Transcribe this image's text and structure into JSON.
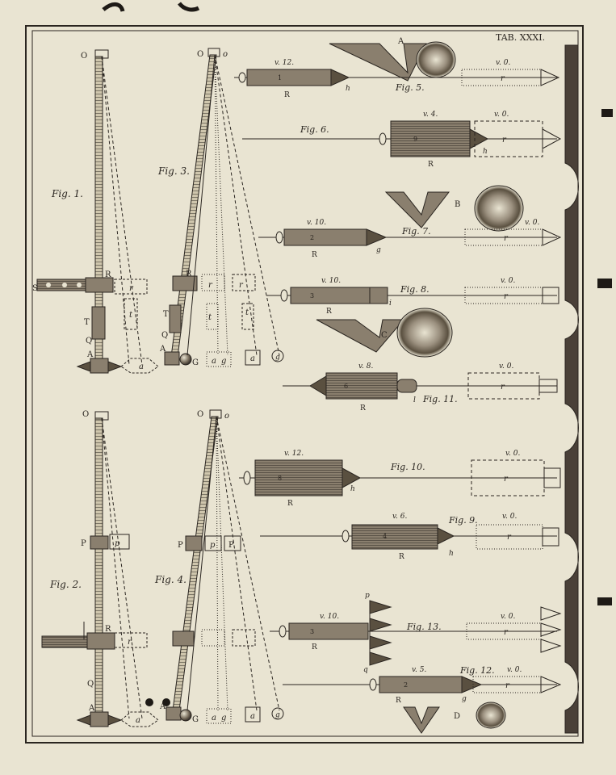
{
  "plate": {
    "title": "TAB. XXXI.",
    "paper_color": "#e9e4d2",
    "ink_color": "#2a2520",
    "tab_color": "#4a4038"
  },
  "figure_labels": {
    "fig1": "Fig. 1.",
    "fig2": "Fig. 2.",
    "fig3": "Fig. 3.",
    "fig4": "Fig. 4.",
    "fig5": "Fig. 5.",
    "fig6": "Fig. 6.",
    "fig7": "Fig. 7.",
    "fig8": "Fig. 8.",
    "fig9": "Fig. 9.",
    "fig10": "Fig. 10.",
    "fig11": "Fig. 11.",
    "fig12": "Fig. 12.",
    "fig13": "Fig. 13."
  },
  "rod_labels": {
    "O": "O",
    "o": "o",
    "S": "S",
    "R": "R",
    "r": "r",
    "T": "T",
    "t": "t",
    "Q": "Q",
    "A": "A",
    "a": "a",
    "G": "G",
    "g": "g",
    "P": "P",
    "p": "p"
  },
  "wave_labels": {
    "A": "A",
    "B": "B",
    "C": "C",
    "D": "D"
  },
  "velocities": {
    "v12": "v. 12.",
    "v10": "v. 10.",
    "v8": "v. 8.",
    "v6": "v. 6.",
    "v5": "v. 5.",
    "v4": "v. 4.",
    "v0": "v. 0."
  },
  "cylinder_numbers": {
    "n1": "1",
    "n2": "2",
    "n3": "3",
    "n4": "4",
    "n6": "6",
    "n8": "8",
    "n9": "9"
  },
  "end_letters": {
    "h": "h",
    "g": "g",
    "i": "i",
    "l": "l",
    "q": "q",
    "p": "p"
  }
}
